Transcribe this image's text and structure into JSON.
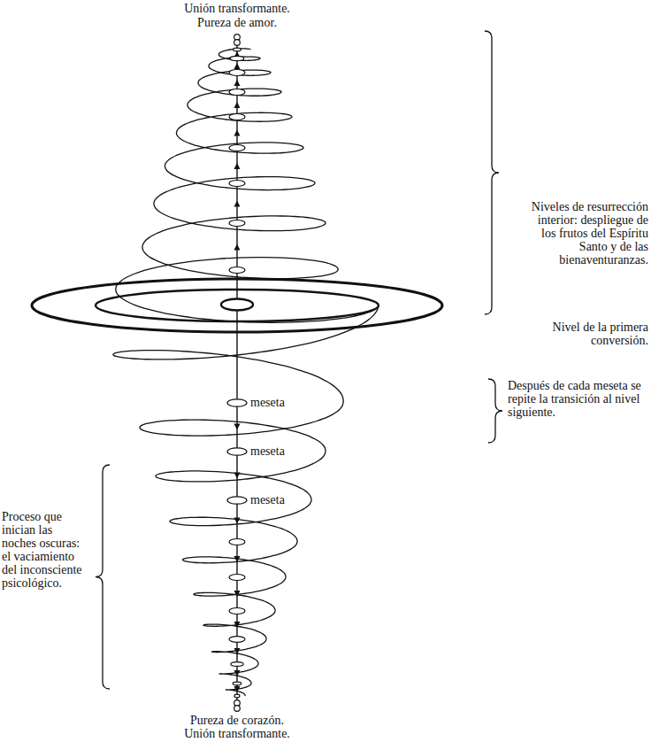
{
  "diagram": {
    "labels": [
      "Unión transformante.",
      "Pureza de amor.",
      "Niveles de resurrección interior: despliegue de los frutos del Espíritu Santo y de las bienaventuranzas.",
      "Nivel de la primera conversión.",
      "meseta",
      "Después de cada meseta se repite la transición al nivel siguiente.",
      "meseta",
      "meseta",
      "Proceso que inician las noches oscuras: el vaciamiento del inconsciente psicológico.",
      "Pureza de corazón.",
      "Unión transformante."
    ]
  }
}
